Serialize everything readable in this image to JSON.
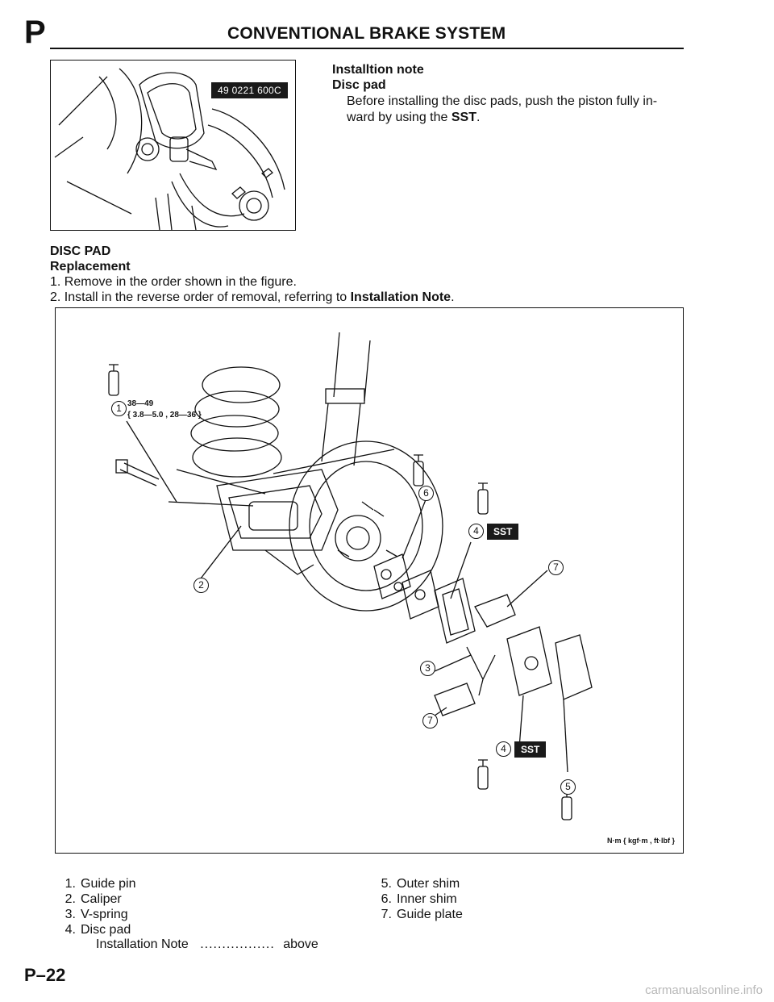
{
  "header": {
    "section_letter": "P",
    "title": "CONVENTIONAL BRAKE SYSTEM"
  },
  "figure1": {
    "sst_label": "49 0221 600C"
  },
  "installation_note": {
    "heading": "Installtion note",
    "subheading": "Disc pad",
    "text_before": "Before installing the disc pads, push the piston fully in-ward by using the ",
    "text_bold": "SST",
    "text_after": "."
  },
  "disc_pad": {
    "heading": "DISC PAD",
    "subheading": "Replacement",
    "step1": "1. Remove in the order shown in the figure.",
    "step2_before": "2. Install in the reverse order of removal, referring to ",
    "step2_bold": "Installation Note",
    "step2_after": "."
  },
  "figure2": {
    "torque_line1": "38—49",
    "torque_line2": "{ 3.8—5.0 , 28—36 }",
    "sst_label": "SST",
    "units_note": "N·m { kgf·m , ft·lbf }",
    "callouts": {
      "c1": "1",
      "c2": "2",
      "c3": "3",
      "c4a": "4",
      "c4b": "4",
      "c5": "5",
      "c6": "6",
      "c7a": "7",
      "c7b": "7"
    }
  },
  "parts_left": [
    {
      "num": "1.",
      "name": "Guide pin"
    },
    {
      "num": "2.",
      "name": "Caliper"
    },
    {
      "num": "3.",
      "name": "V-spring"
    },
    {
      "num": "4.",
      "name": "Disc pad"
    }
  ],
  "parts_right": [
    {
      "num": "5.",
      "name": "Outer shim"
    },
    {
      "num": "6.",
      "name": "Inner shim"
    },
    {
      "num": "7.",
      "name": "Guide plate"
    }
  ],
  "parts_note": {
    "label": "Installation Note",
    "leader": ".................",
    "ref": "above"
  },
  "footer": {
    "page_number": "P–22",
    "watermark": "carmanualsonline.info"
  }
}
